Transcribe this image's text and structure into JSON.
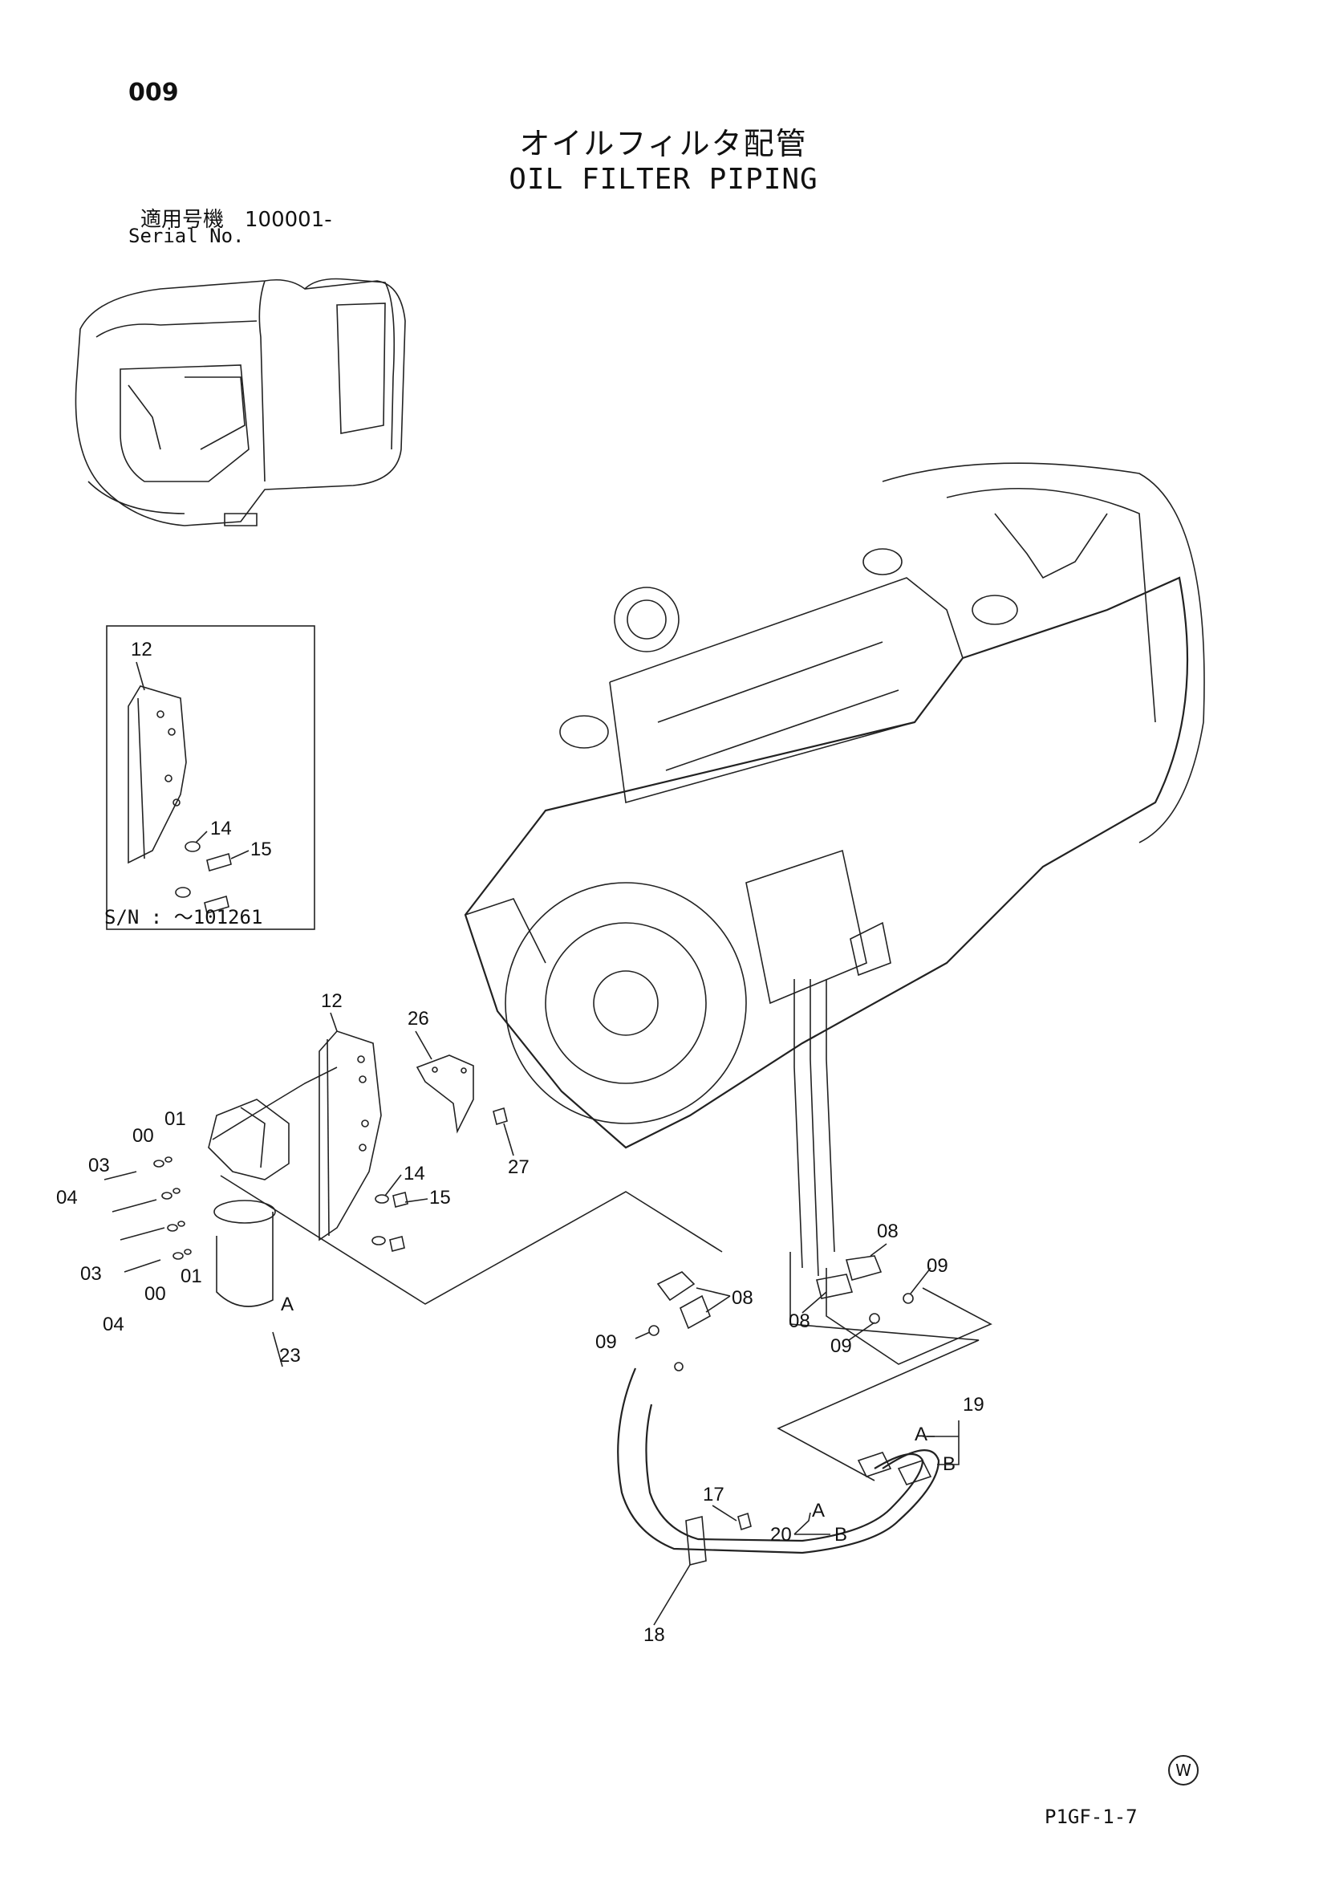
{
  "header": {
    "page_number": "009",
    "title_ja": "オイルフィルタ配管",
    "title_en": "OIL FILTER PIPING",
    "serial_ja": "適用号機　100001-",
    "serial_en": "Serial No."
  },
  "inset": {
    "serial_range": "S/N : ～101261",
    "callouts": [
      "12",
      "14",
      "15"
    ]
  },
  "callouts": {
    "c12": "12",
    "c26": "26",
    "c27": "27",
    "c14": "14",
    "c15": "15",
    "c00a": "00",
    "c01a": "01",
    "c03a": "03",
    "c04a": "04",
    "c03b": "03",
    "c00b": "00",
    "c01b": "01",
    "c04b": "04",
    "c23": "23",
    "cA1": "A",
    "c08a": "08",
    "c08b": "08",
    "c08c": "08",
    "c09a": "09",
    "c09b": "09",
    "c09c": "09",
    "c19": "19",
    "cA2": "A",
    "cB2": "B",
    "c17": "17",
    "c20": "20",
    "cA3": "A",
    "cB3": "B",
    "c18": "18"
  },
  "footer": {
    "watermark": "W",
    "doc_code": "P1GF-1-7"
  }
}
